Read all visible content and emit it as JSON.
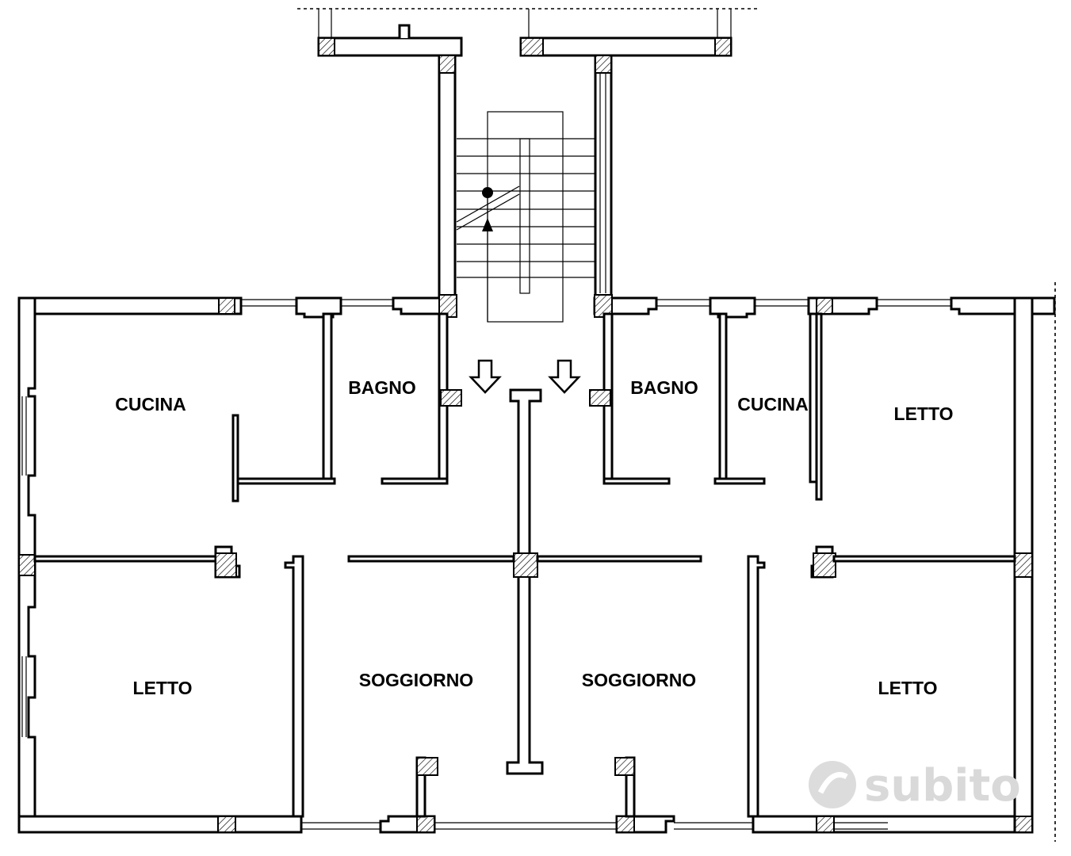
{
  "rooms": [
    {
      "id": "cucina-left",
      "label": "CUCINA"
    },
    {
      "id": "bagno-left",
      "label": "BAGNO"
    },
    {
      "id": "bagno-right",
      "label": "BAGNO"
    },
    {
      "id": "cucina-right",
      "label": "CUCINA"
    },
    {
      "id": "letto-top-right",
      "label": "LETTO"
    },
    {
      "id": "letto-left",
      "label": "LETTO"
    },
    {
      "id": "soggiorno-left",
      "label": "SOGGIORNO"
    },
    {
      "id": "soggiorno-right",
      "label": "SOGGIORNO"
    },
    {
      "id": "letto-bottom-right",
      "label": "LETTO"
    }
  ],
  "watermark": {
    "text": "subito",
    "color": "#d9d9d9"
  },
  "icons": [
    "entrance-arrow-icon",
    "stair-direction-icon",
    "subito-logo-icon"
  ]
}
